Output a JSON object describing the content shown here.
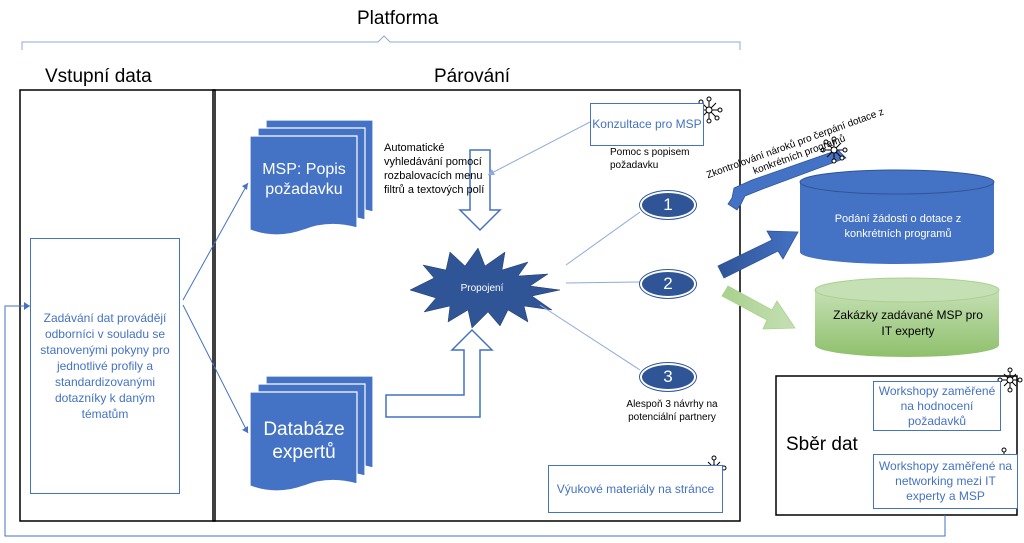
{
  "platform": {
    "title": "Platforma"
  },
  "input_section": {
    "title": "Vstupní data",
    "description": "Zadávání dat provádějí odborníci v souladu se stanovenými pokyny pro jednotlivé profily a standardizovanými dotazníky k daným tématům"
  },
  "matching_section": {
    "title": "Párování",
    "msp_doc": "MSP: Popis požadavku",
    "expert_db": "Databáze expertů",
    "auto_search": "Automatické vyhledávání pomocí rozbalovacích menu filtrů a textových polí",
    "connection": "Propojení",
    "consultation": "Konzultace pro MSP",
    "help_note": "Pomoc s popisem požadavku",
    "proposals_note": "Alespoň 3 návrhy na potenciální partnery",
    "learning": "Výukové materiály na stránce",
    "nodes": [
      "1",
      "2",
      "3"
    ]
  },
  "outputs": {
    "subsidy_check": "Zkontrolování nároků pro čerpání dotace z konkrétních programů",
    "subsidy_db": "Podání žádosti o dotace z konkrétních programů",
    "it_orders_db": "Zakázky zadávané MSP pro IT experty"
  },
  "data_collection": {
    "title": "Sběr dat",
    "workshop_1": "Workshopy zaměřené na hodnocení požadavků",
    "workshop_2": "Workshopy zaměřené na networking mezi IT experty a MSP"
  },
  "colors": {
    "primary_blue": "#4472c4",
    "dark_blue": "#2f5597",
    "green": "#a9d18e"
  },
  "icons": [
    "network-icon"
  ]
}
